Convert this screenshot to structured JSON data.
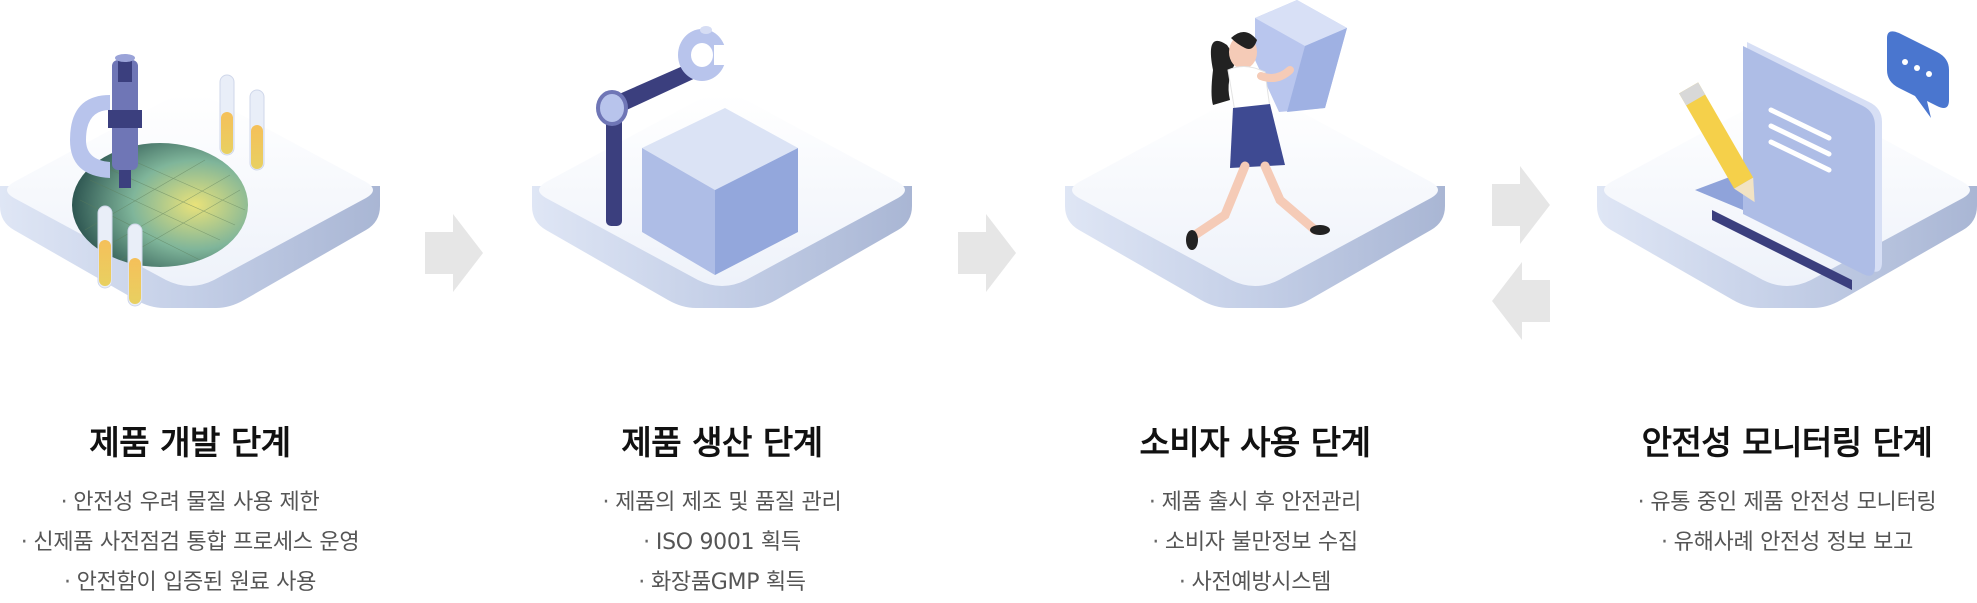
{
  "stages": [
    {
      "title": "제품 개발 단계",
      "icon": "lab-microscope-icon",
      "items": [
        "안전성 우려 물질 사용 제한",
        "신제품 사전점검 통합 프로세스 운영",
        "안전함이 입증된 원료 사용"
      ]
    },
    {
      "title": "제품 생산 단계",
      "icon": "robot-arm-cube-icon",
      "items": [
        "제품의 제조 및 품질 관리",
        "ISO 9001 획득",
        "화장품GMP 획득"
      ]
    },
    {
      "title": "소비자 사용 단계",
      "icon": "consumer-carrying-box-icon",
      "items": [
        "제품 출시 후 안전관리",
        "소비자 불만정보 수집",
        "사전예방시스템"
      ]
    },
    {
      "title": "안전성 모니터링 단계",
      "icon": "document-pencil-chat-icon",
      "items": [
        "유통 중인 제품 안전성 모니터링",
        "유해사례 안전성 정보 보고"
      ]
    }
  ],
  "bullet": "·",
  "colors": {
    "platform_top": "#f6f8fd",
    "platform_side": "#c9d4ea",
    "cube_top": "#dbe3f5",
    "cube_left": "#aebde6",
    "cube_right": "#93a7dc",
    "navy": "#3b3f7e",
    "arrow": "#e6e6e6"
  }
}
